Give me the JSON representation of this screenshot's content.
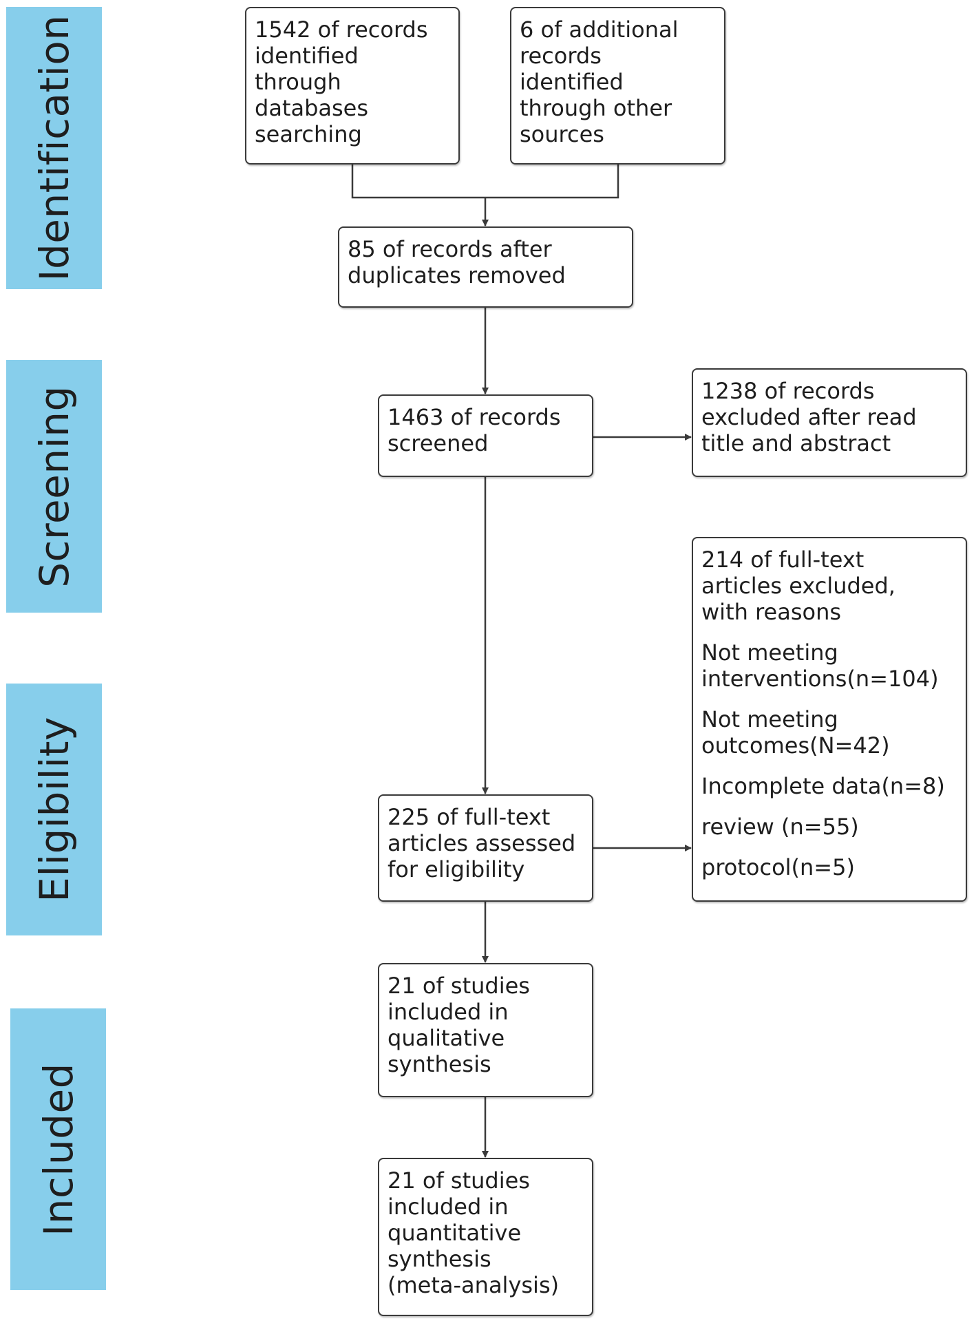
{
  "stages": {
    "identification": "Identification",
    "screening": "Screening",
    "eligibility": "Eligibility",
    "included": "Included"
  },
  "boxes": {
    "database_records": "1542 of records\nidentified\nthrough\ndatabases\nsearching",
    "additional_records": "6 of additional\nrecords\nidentified\nthrough other\nsources",
    "after_duplicates": "85 of records after\nduplicates removed",
    "screened": "1463 of records\nscreened",
    "excluded_title_abstract": "1238 of records\nexcluded after read\ntitle and abstract",
    "full_text_assessed": "225 of full-text\narticles assessed\nfor eligibility",
    "full_text_excluded": {
      "heading": "214 of full-text\narticles excluded,\nwith reasons",
      "reasons": [
        "Not meeting\ninterventions(n=104)",
        "Not meeting\noutcomes(N=42)",
        "Incomplete data(n=8)",
        "review (n=55)",
        "protocol(n=5)"
      ]
    },
    "qualitative": "21 of studies\nincluded in\nqualitative\nsynthesis",
    "quantitative": "21 of studies\nincluded in\nquantitative\nsynthesis\n(meta-analysis)"
  },
  "colors": {
    "stage_fill": "#87ceeb",
    "line": "#3a3a3a"
  }
}
